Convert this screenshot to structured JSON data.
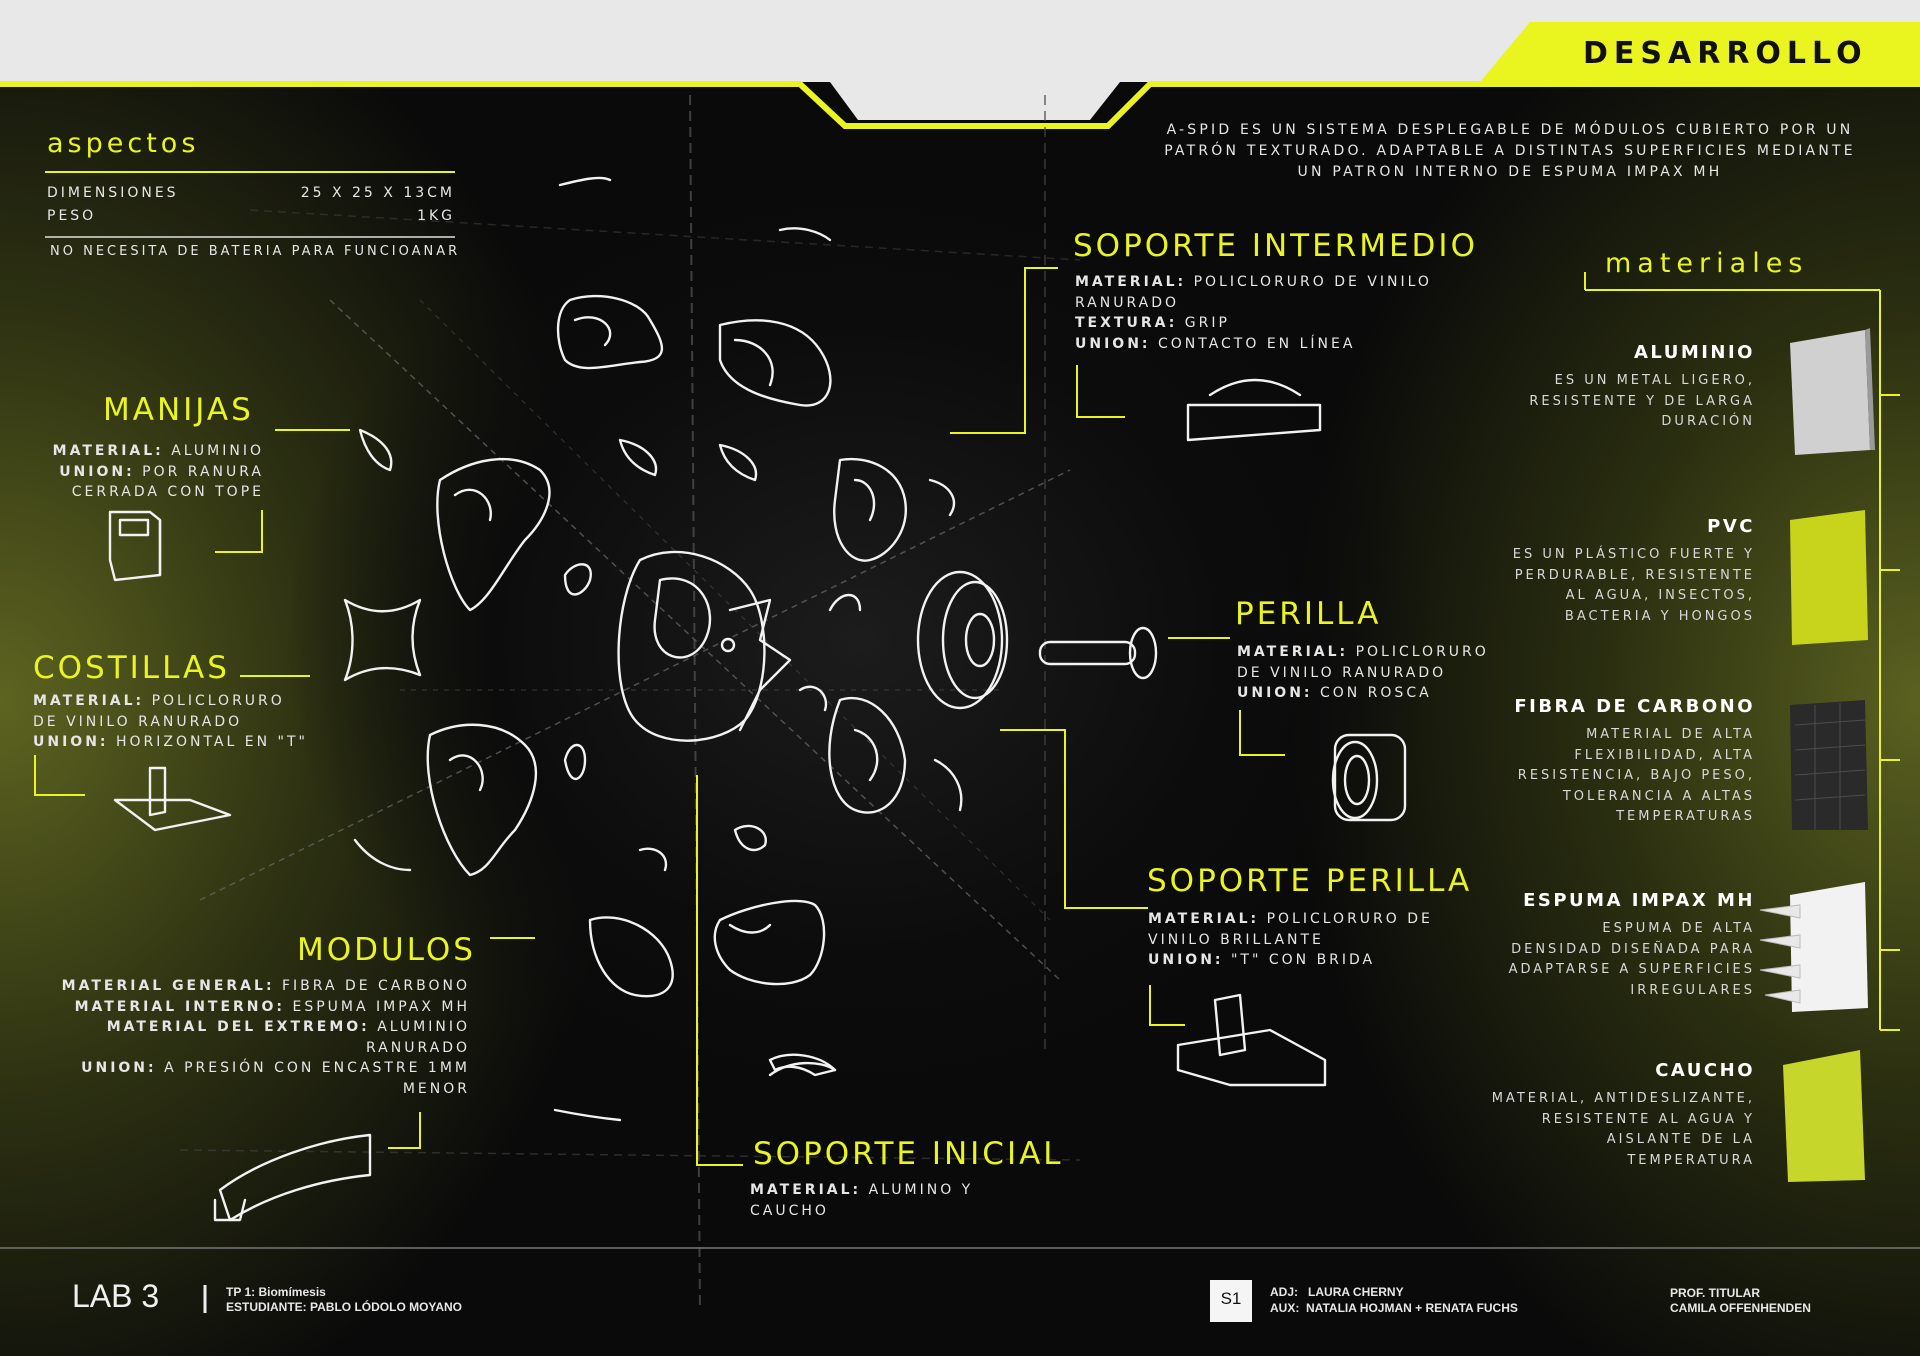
{
  "header": {
    "section_title": "DESARROLLO"
  },
  "intro": {
    "lines": [
      "A-SPID ES UN SISTEMA DESPLEGABLE DE MÓDULOS CUBIERTO POR UN",
      "PATRÓN TEXTURADO. ADAPTABLE A DISTINTAS SUPERFICIES MEDIANTE",
      "UN PATRON INTERNO DE ESPUMA IMPAX MH"
    ]
  },
  "aspectos": {
    "title": "aspectos",
    "dimensiones_label": "DIMENSIONES",
    "dimensiones_value": "25 X 25 X 13CM",
    "peso_label": "PESO",
    "peso_value": "1KG",
    "note": "NO NECESITA DE BATERIA PARA FUNCIOANAR"
  },
  "parts": {
    "manijas": {
      "title": "MANIJAS",
      "k1": "MATERIAL:",
      "v1": " ALUMINIO",
      "k2": "UNION:",
      "v2": " POR RANURA",
      "l3": "CERRADA CON TOPE"
    },
    "costillas": {
      "title": "COSTILLAS",
      "k1": "MATERIAL:",
      "v1": " POLICLORURO",
      "l2": "DE VINILO RANURADO",
      "k3": "UNION:",
      "v3": " HORIZONTAL EN \"T\""
    },
    "modulos": {
      "title": "MODULOS",
      "k1": "MATERIAL GENERAL:",
      "v1": " FIBRA DE CARBONO",
      "k2": "MATERIAL INTERNO:",
      "v2": " ESPUMA IMPAX MH",
      "k3": "MATERIAL DEL EXTREMO:",
      "v3": " ALUMINIO",
      "l4": "RANURADO",
      "k5": "UNION:",
      "v5": " A PRESIÓN CON ENCASTRE 1MM",
      "l6": "MENOR"
    },
    "soporte_intermedio": {
      "title": "SOPORTE INTERMEDIO",
      "k1": "MATERIAL:",
      "v1": " POLICLORURO DE VINILO",
      "l2": "RANURADO",
      "k3": "TEXTURA:",
      "v3": " GRIP",
      "k4": "UNION:",
      "v4": " CONTACTO EN LÍNEA"
    },
    "perilla": {
      "title": "PERILLA",
      "k1": "MATERIAL:",
      "v1": " POLICLORURO",
      "l2": "DE VINILO RANURADO",
      "k3": "UNION:",
      "v3": " CON ROSCA"
    },
    "soporte_perilla": {
      "title": "SOPORTE PERILLA",
      "k1": "MATERIAL:",
      "v1": " POLICLORURO DE",
      "l2": "VINILO BRILLANTE",
      "k3": "UNION:",
      "v3": " \"T\" CON BRIDA"
    },
    "soporte_inicial": {
      "title": "SOPORTE INICIAL",
      "k1": "MATERIAL:",
      "v1": " ALUMINO Y",
      "l2": "CAUCHO"
    }
  },
  "materiales": {
    "title": "materiales",
    "items": [
      {
        "name": "ALUMINIO",
        "lines": [
          "ES UN METAL LIGERO,",
          "RESISTENTE Y DE LARGA",
          "DURACIÓN"
        ],
        "swatch": "#d9d9d9"
      },
      {
        "name": "PVC",
        "lines": [
          "ES UN PLÁSTICO FUERTE Y",
          "PERDURABLE, RESISTENTE",
          "AL AGUA, INSECTOS,",
          "BACTERIA Y HONGOS"
        ],
        "swatch": "#c9d61c"
      },
      {
        "name": "FIBRA DE CARBONO",
        "lines": [
          "MATERIAL DE ALTA",
          "FLEXIBILIDAD, ALTA",
          "RESISTENCIA, BAJO PESO,",
          "TOLERANCIA A ALTAS",
          "TEMPERATURAS"
        ],
        "swatch": "#2a2a2a"
      },
      {
        "name": "ESPUMA IMPAX MH",
        "lines": [
          "ESPUMA DE ALTA",
          "DENSIDAD DISEÑADA PARA",
          "ADAPTARSE A SUPERFICIES",
          "IRREGULARES"
        ],
        "swatch": "#f2f2f2"
      },
      {
        "name": "CAUCHO",
        "lines": [
          "MATERIAL, ANTIDESLIZANTE,",
          "RESISTENTE AL AGUA Y",
          "AISLANTE DE LA",
          "TEMPERATURA"
        ],
        "swatch": "#c6d62a"
      }
    ]
  },
  "footer": {
    "course": "LAB 3",
    "tp": "TP 1: ",
    "tp_name": "Biomímesis",
    "student": "ESTUDIANTE: PABLO LÓDOLO MOYANO",
    "badge": "S1",
    "adj_label": "ADJ:",
    "adj_name": "LAURA CHERNY",
    "aux_label": "AUX:",
    "aux_names": "NATALIA HOJMAN + RENATA FUCHS",
    "prof_label": "PROF. TITULAR",
    "prof_name": "CAMILA OFFENHENDEN"
  },
  "colors": {
    "accent": "#eaf51f",
    "background": "#0a0a0a",
    "header_bar": "#e6e6e6"
  }
}
